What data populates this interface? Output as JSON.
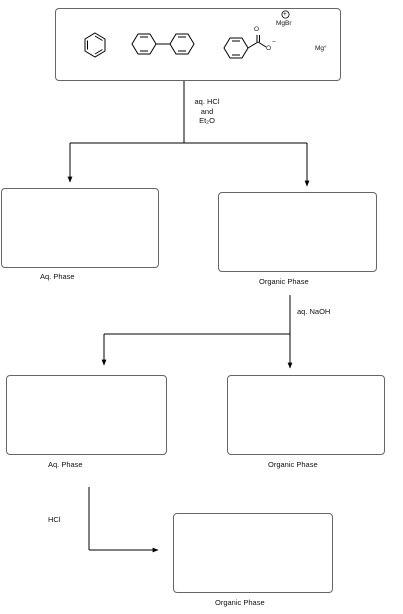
{
  "starting_mixture": {
    "compounds": [
      "benzene-icon",
      "biphenyl-icon",
      "benzoate-magnesium-bromide-icon",
      "magnesium-metal"
    ],
    "mgbr_label": "MgBr",
    "plus_charge": "+",
    "minus_charge": "−",
    "oxygen_label_1": "O",
    "oxygen_label_2": "O",
    "mg_label": "Mg°"
  },
  "step1": {
    "reagent_line1": "aq. HCl",
    "reagent_line2": "and",
    "reagent_line3": "Et₂O"
  },
  "split1": {
    "left_label": "Aq. Phase",
    "right_label": "Organic Phase"
  },
  "step2": {
    "reagent": "aq. NaOH"
  },
  "split2": {
    "left_label": "Aq. Phase",
    "right_label": "Organic Phase"
  },
  "step3": {
    "reagent": "HCl",
    "result_label": "Organic Phase"
  }
}
